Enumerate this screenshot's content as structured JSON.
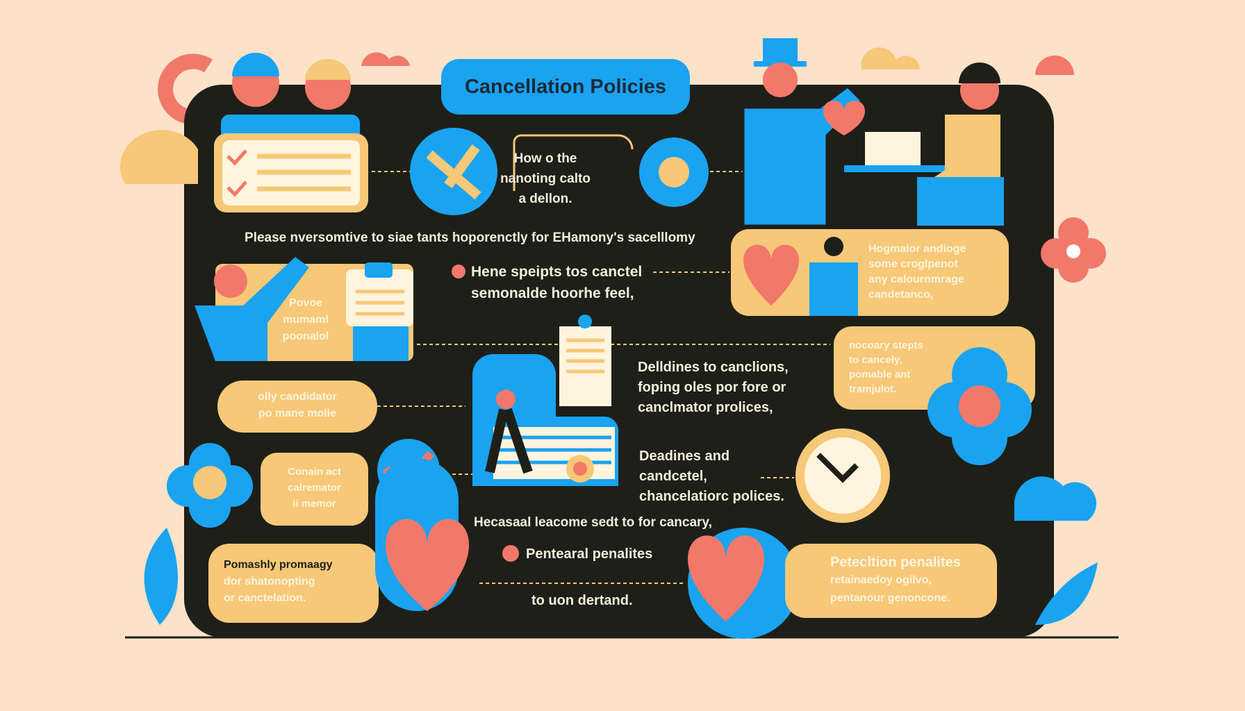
{
  "title": "Cancellation Policies",
  "intro_line": "Please nversomtive to siae tants hoporenctly for EHamony's sacelllomy",
  "blocks": {
    "top_center": [
      "How o the",
      "nanoting calto",
      "a dellon."
    ],
    "left_card": [
      "Povoe",
      "mumaml",
      "poonalol"
    ],
    "middle_heading": [
      "Hene speipts tos canctel",
      "semonalde hoorhe feel,"
    ],
    "top_right_card": [
      "Hogmalor andioge",
      "some croglpenot",
      "any calournmrage",
      "candetanco,"
    ],
    "deadlines_1": [
      "Delldines to canclions,",
      "foping oles por fore or",
      "canclmator prolices,"
    ],
    "right_card": [
      "nocoary stepts",
      "to cancely,",
      "pomable ant",
      "tramjulot."
    ],
    "left_pill": [
      "olly candidator",
      "po mane molie"
    ],
    "left_small_card": [
      "Conain act",
      "calremator",
      "ii memor"
    ],
    "deadlines_2": [
      "Deadines and",
      "candcetel,",
      "chancelatiorc polices."
    ],
    "middle_line": "Hecasaal leacome sedt to for cancary,",
    "bottom_left_card": [
      "Pomashly promaagy",
      "dor shatonopting",
      "or canctelation."
    ],
    "penalties": [
      "Pentearal penalites",
      "to uon dertand."
    ],
    "bottom_right_card": [
      "Petecltion penalites",
      "retainaedoy ogilvo,",
      "pentanour genoncone."
    ]
  },
  "colors": {
    "background": "#fbe2c8",
    "panel": "#1e1f18",
    "blue": "#1aa3f0",
    "yellow": "#f6c878",
    "coral": "#f2786a"
  }
}
